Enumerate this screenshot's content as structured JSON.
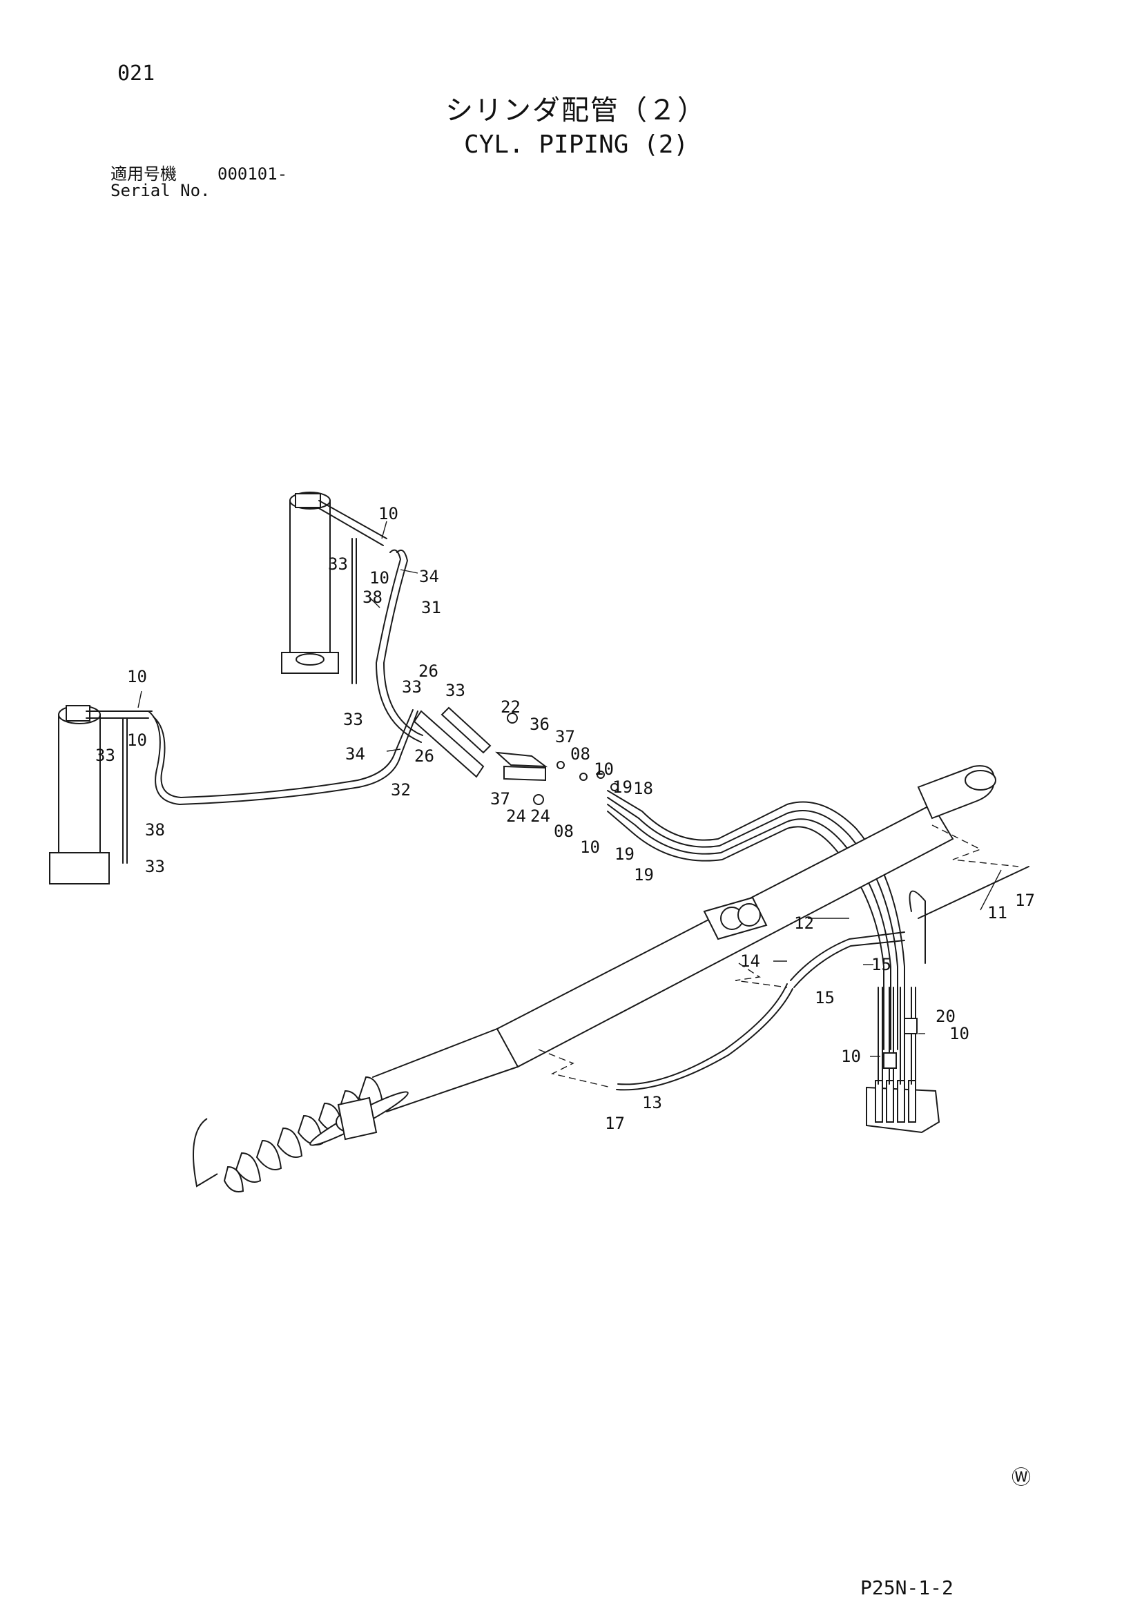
{
  "header": {
    "page_number": "021",
    "title_ja": "シリンダ配管（２）",
    "title_en": "CYL. PIPING (2)",
    "serial_label_ja": "適用号機",
    "serial_value": "000101-",
    "serial_label_en": "Serial No."
  },
  "footer": {
    "mark": "Ⓦ",
    "code": "P25N-1-2"
  },
  "callouts": [
    {
      "id": "c10a",
      "text": "10"
    },
    {
      "id": "c33a",
      "text": "33"
    },
    {
      "id": "c10b",
      "text": "10"
    },
    {
      "id": "c34a",
      "text": "34"
    },
    {
      "id": "c38a",
      "text": "38"
    },
    {
      "id": "c31",
      "text": "31"
    },
    {
      "id": "c33b",
      "text": "33"
    },
    {
      "id": "c26a",
      "text": "26"
    },
    {
      "id": "c33c",
      "text": "33"
    },
    {
      "id": "c33d",
      "text": "33"
    },
    {
      "id": "c10c",
      "text": "10"
    },
    {
      "id": "c10d",
      "text": "10"
    },
    {
      "id": "c33e",
      "text": "33"
    },
    {
      "id": "c34b",
      "text": "34"
    },
    {
      "id": "c26b",
      "text": "26"
    },
    {
      "id": "c32",
      "text": "32"
    },
    {
      "id": "c22",
      "text": "22"
    },
    {
      "id": "c36",
      "text": "36"
    },
    {
      "id": "c37a",
      "text": "37"
    },
    {
      "id": "c08a",
      "text": "08"
    },
    {
      "id": "c10e",
      "text": "10"
    },
    {
      "id": "c19a",
      "text": "19"
    },
    {
      "id": "c18",
      "text": "18"
    },
    {
      "id": "c37b",
      "text": "37"
    },
    {
      "id": "c24a",
      "text": "24"
    },
    {
      "id": "c24b",
      "text": "24"
    },
    {
      "id": "c08b",
      "text": "08"
    },
    {
      "id": "c10f",
      "text": "10"
    },
    {
      "id": "c19b",
      "text": "19"
    },
    {
      "id": "c19c",
      "text": "19"
    },
    {
      "id": "c38b",
      "text": "38"
    },
    {
      "id": "c33f",
      "text": "33"
    },
    {
      "id": "c12",
      "text": "12"
    },
    {
      "id": "c11",
      "text": "11"
    },
    {
      "id": "c17a",
      "text": "17"
    },
    {
      "id": "c14",
      "text": "14"
    },
    {
      "id": "c15a",
      "text": "15"
    },
    {
      "id": "c15b",
      "text": "15"
    },
    {
      "id": "c20",
      "text": "20"
    },
    {
      "id": "c10g",
      "text": "10"
    },
    {
      "id": "c10h",
      "text": "10"
    },
    {
      "id": "c13",
      "text": "13"
    },
    {
      "id": "c17b",
      "text": "17"
    }
  ]
}
